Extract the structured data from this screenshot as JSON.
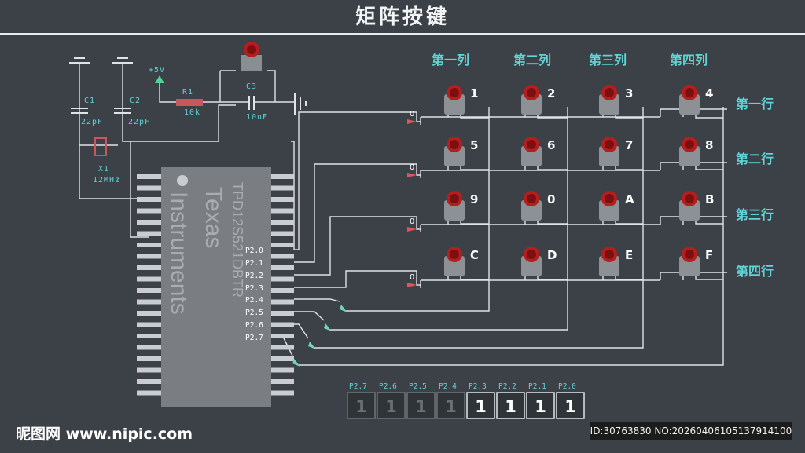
{
  "title": "矩阵按键",
  "columns": [
    "第一列",
    "第二列",
    "第三列",
    "第四列"
  ],
  "rows": [
    "第一行",
    "第二行",
    "第三行",
    "第四行"
  ],
  "keys": [
    [
      "1",
      "2",
      "3",
      "4"
    ],
    [
      "5",
      "6",
      "7",
      "8"
    ],
    [
      "9",
      "0",
      "A",
      "B"
    ],
    [
      "C",
      "D",
      "E",
      "F"
    ]
  ],
  "row_values": [
    "0",
    "0",
    "0",
    "0"
  ],
  "chip": {
    "maker": "Texas",
    "maker2": "Instruments",
    "part": "TPD12S521DBTR"
  },
  "ports": [
    "P2.0",
    "P2.1",
    "P2.2",
    "P2.3",
    "P2.4",
    "P2.5",
    "P2.6",
    "P2.7"
  ],
  "components": {
    "c1": {
      "name": "C1",
      "value": "22pF"
    },
    "c2": {
      "name": "C2",
      "value": "22pF"
    },
    "c3": {
      "name": "C3",
      "value": "10uF"
    },
    "r1": {
      "name": "R1",
      "value": "10k"
    },
    "x1": {
      "name": "X1",
      "value": "12MHz"
    },
    "vcc": "+5V"
  },
  "display": {
    "labels": [
      "P2.7",
      "P2.6",
      "P2.5",
      "P2.4",
      "P2.3",
      "P2.2",
      "P2.1",
      "P2.0"
    ],
    "values": [
      "1",
      "1",
      "1",
      "1",
      "1",
      "1",
      "1",
      "1"
    ],
    "active": [
      false,
      false,
      false,
      false,
      true,
      true,
      true,
      true
    ]
  },
  "watermark": {
    "site": "昵图网 www.nipic.com",
    "id": "ID:30763830 NO:20260406105137914100"
  },
  "colors": {
    "background": "#3c4147",
    "wire": "#dfe3e6",
    "label": "#5fd3d6",
    "chip": "#7a7e82",
    "resistor": "#c8575a",
    "arrow_in": "#d65a5a",
    "arrow_out": "#6fd6b0"
  }
}
